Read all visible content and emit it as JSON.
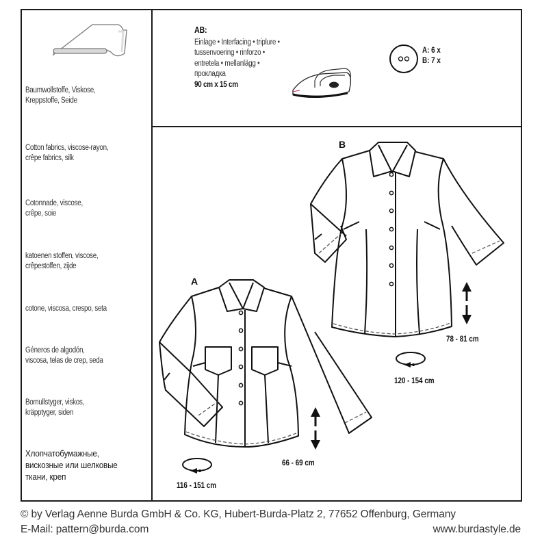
{
  "fabrics": {
    "icon": "fabric-fold-icon",
    "items": [
      {
        "lang": "de",
        "text": "Baumwollstoffe, Viskose,\nKreppstoffe, Seide"
      },
      {
        "lang": "en",
        "text": "Cotton fabrics, viscose-rayon,\ncrêpe fabrics, silk"
      },
      {
        "lang": "fr",
        "text": "Cotonnade, viscose,\ncrêpe, soie"
      },
      {
        "lang": "nl",
        "text": "katoenen stoffen, viscose,\ncrêpestoffen, zijde"
      },
      {
        "lang": "it",
        "text": "cotone, viscosa, crespo, seta"
      },
      {
        "lang": "es",
        "text": "Géneros de algodón,\nviscosa, telas de crep, seda"
      },
      {
        "lang": "sv",
        "text": "Bomullstyger, viskos,\nkräpptyger, siden"
      },
      {
        "lang": "ru",
        "text": "Хлопчатобумажные,\nвискозные или шелковые\nткани, креп"
      }
    ]
  },
  "notions": {
    "interfacing": {
      "title": "AB:",
      "lines": [
        "Einlage • Interfacing • triplure •",
        "tussenvoering • rinforzo •",
        "entretela • mellanlägg •",
        "прокладка"
      ],
      "size": "90 cm x 15 cm",
      "icon": "iron-icon"
    },
    "buttons": {
      "icon": "button-icon",
      "quantities": [
        "A: 6 x",
        "B: 7 x"
      ]
    }
  },
  "views": {
    "a": {
      "label": "A",
      "length": "66 - 69 cm",
      "width": "116 - 151 cm",
      "buttons": 6
    },
    "b": {
      "label": "B",
      "length": "78 - 81 cm",
      "width": "120 - 154 cm",
      "buttons": 7
    }
  },
  "footer": {
    "copyright": "© by Verlag Aenne Burda GmbH & Co. KG, Hubert-Burda-Platz 2, 77652 Offenburg, Germany",
    "email": "E-Mail: pattern@burda.com",
    "website": "www.burdastyle.de"
  }
}
